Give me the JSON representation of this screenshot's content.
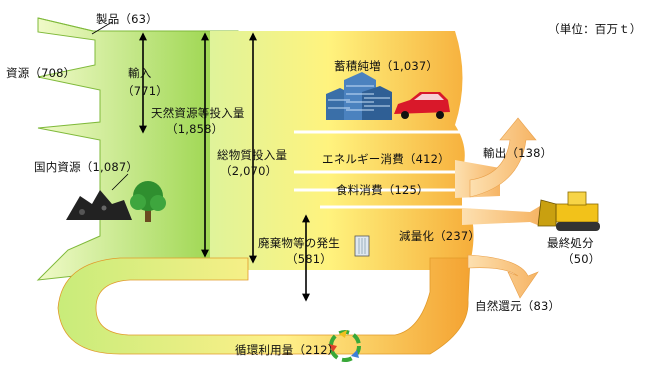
{
  "unit_note": "（単位：百万ｔ）",
  "colors": {
    "green_light": "#e4f6b4",
    "green_dark": "#8ed03c",
    "orange_light": "#fff096",
    "orange_dark": "#f29c2c",
    "arrow": "#f7c27a"
  },
  "labels": {
    "product_label": "製品（63）",
    "resources_label": "資源（708）",
    "import_label": "輸入",
    "import_value": "（771）",
    "natural_input_label": "天然資源等投入量",
    "natural_input_value": "（1,858）",
    "domestic_label": "国内資源（1,087）",
    "total_input_label": "総物質投入量",
    "total_input_value": "（2,070）",
    "accumulation_label": "蓄積純増（1,037）",
    "energy_label": "エネルギー消費（412）",
    "food_label": "食料消費（125）",
    "export_label": "輸出（138）",
    "waste_label": "廃棄物等の発生",
    "waste_value": "（581）",
    "reduction_label": "減量化（237）",
    "final_disposal_label": "最終処分",
    "final_disposal_value": "（50）",
    "natural_return_label": "自然還元（83）",
    "recycling_label": "循環利用量（212）"
  }
}
